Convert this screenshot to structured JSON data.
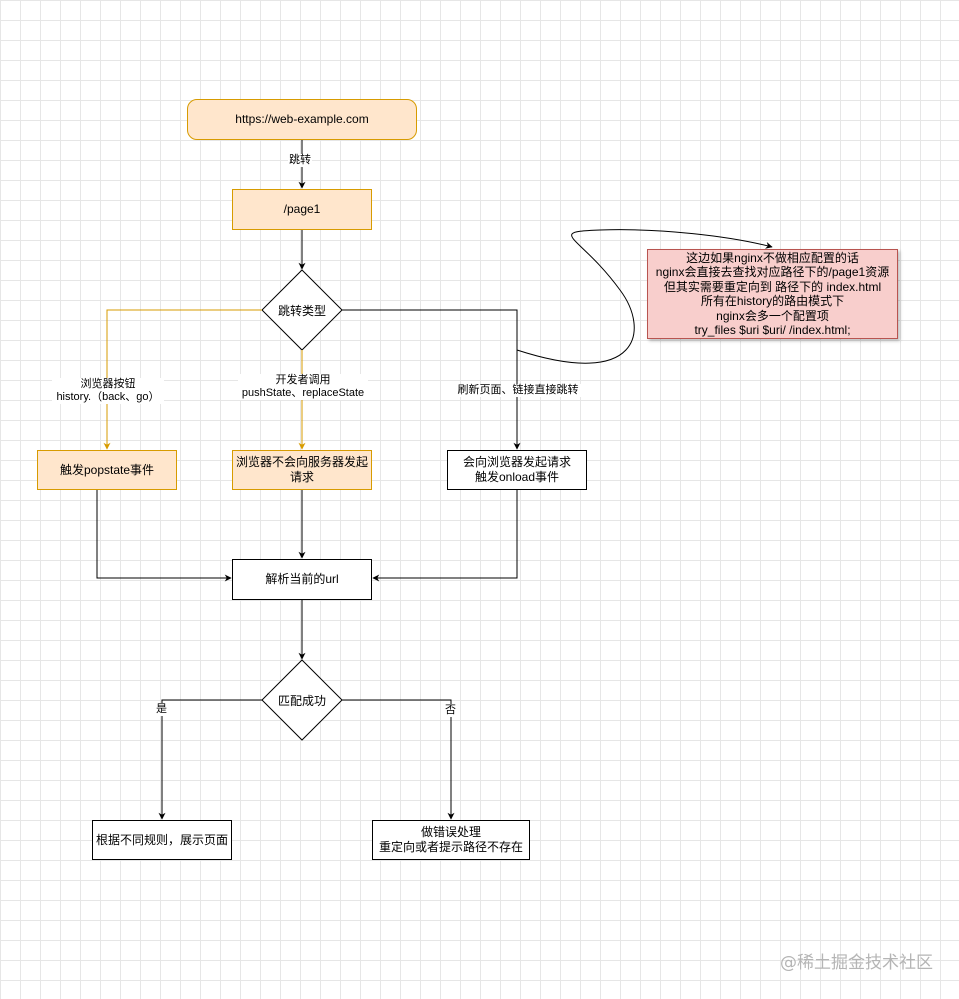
{
  "nodes": {
    "start": "https://web-example.com",
    "page1": "/page1",
    "jump_type": "跳转类型",
    "popstate": "触发popstate事件",
    "no_request": "浏览器不会向服务器发起\n请求",
    "request": "会向浏览器发起请求\n触发onload事件",
    "parse_url": "解析当前的url",
    "match": "匹配成功",
    "show_page": "根据不同规则，展示页面",
    "error": "做错误处理\n重定向或者提示路径不存在"
  },
  "edges": {
    "jump": "跳转",
    "browser_button": "浏览器按钮\nhistory.（back、go）",
    "developer_call": "开发者调用\npushState、replaceState",
    "refresh": "刷新页面、链接直接跳转",
    "yes": "是",
    "no": "否"
  },
  "note": "这边如果nginx不做相应配置的话\nnginx会直接去查找对应路径下的/page1资源\n但其实需要重定向到 路径下的 index.html\n所有在history的路由模式下\nnginx会多一个配置项\ntry_files $uri $uri/ /index.html;",
  "watermark": "@稀土掘金技术社区",
  "colors": {
    "orange_fill": "#ffe6cc",
    "orange_stroke": "#d79b00",
    "red_fill": "#f8cecc",
    "red_stroke": "#b85450"
  }
}
